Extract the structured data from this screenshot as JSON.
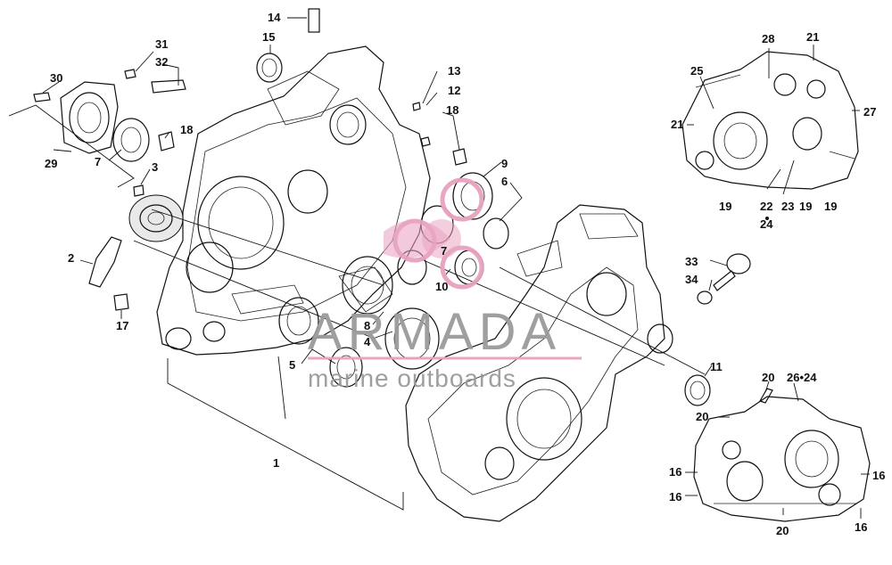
{
  "labels": [
    {
      "id": "l14",
      "text": "14"
    },
    {
      "id": "l15",
      "text": "15"
    },
    {
      "id": "l31",
      "text": "31"
    },
    {
      "id": "l32",
      "text": "32"
    },
    {
      "id": "l30",
      "text": "30"
    },
    {
      "id": "l18a",
      "text": "18"
    },
    {
      "id": "l7a",
      "text": "7"
    },
    {
      "id": "l29",
      "text": "29"
    },
    {
      "id": "l3",
      "text": "3"
    },
    {
      "id": "l2",
      "text": "2"
    },
    {
      "id": "l17",
      "text": "17"
    },
    {
      "id": "l13",
      "text": "13"
    },
    {
      "id": "l12",
      "text": "12"
    },
    {
      "id": "l18b",
      "text": "18"
    },
    {
      "id": "l9",
      "text": "9"
    },
    {
      "id": "l6",
      "text": "6"
    },
    {
      "id": "l7b",
      "text": "7"
    },
    {
      "id": "l10",
      "text": "10"
    },
    {
      "id": "l8",
      "text": "8"
    },
    {
      "id": "l4",
      "text": "4"
    },
    {
      "id": "l5",
      "text": "5"
    },
    {
      "id": "l1",
      "text": "1"
    },
    {
      "id": "l33",
      "text": "33"
    },
    {
      "id": "l34",
      "text": "34"
    },
    {
      "id": "l11",
      "text": "11"
    },
    {
      "id": "l28",
      "text": "28"
    },
    {
      "id": "l21a",
      "text": "21"
    },
    {
      "id": "l25",
      "text": "25"
    },
    {
      "id": "l27",
      "text": "27"
    },
    {
      "id": "l21b",
      "text": "21"
    },
    {
      "id": "l19a",
      "text": "19"
    },
    {
      "id": "l22",
      "text": "22"
    },
    {
      "id": "l24a",
      "text": "24"
    },
    {
      "id": "l23",
      "text": "23"
    },
    {
      "id": "l19b",
      "text": "19"
    },
    {
      "id": "l19c",
      "text": "19"
    },
    {
      "id": "l20a",
      "text": "20"
    },
    {
      "id": "l2624",
      "text": "26•24"
    },
    {
      "id": "l20b",
      "text": "20"
    },
    {
      "id": "l16a",
      "text": "16"
    },
    {
      "id": "l16b",
      "text": "16"
    },
    {
      "id": "l16c",
      "text": "16"
    },
    {
      "id": "l20c",
      "text": "20"
    },
    {
      "id": "l16d",
      "text": "16"
    }
  ],
  "watermark": {
    "brand": "ARMADA",
    "tagline": "marine outboards",
    "color": "#e8a2bf",
    "text_color": "#9a9a9a"
  }
}
